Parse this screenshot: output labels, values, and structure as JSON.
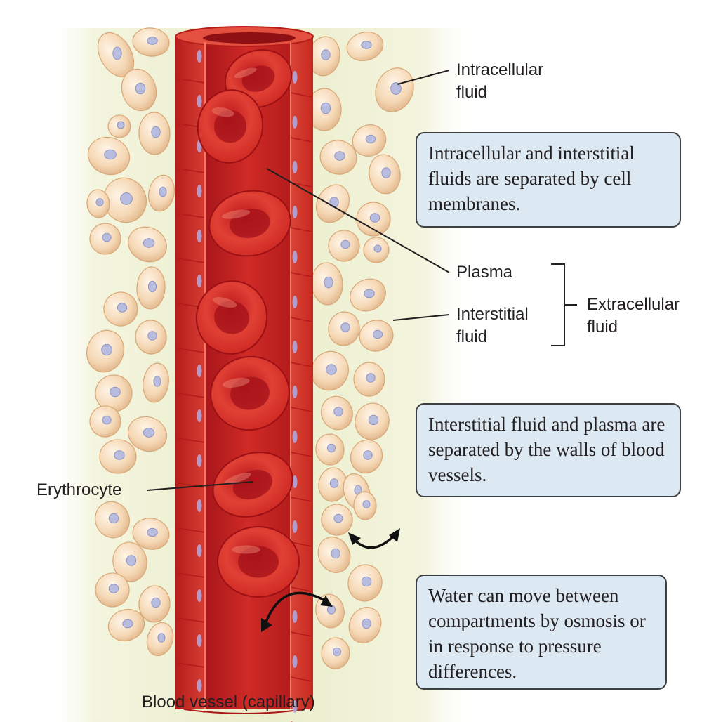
{
  "labels": {
    "intracellular_fluid": "Intracellular\nfluid",
    "plasma": "Plasma",
    "interstitial_fluid": "Interstitial\nfluid",
    "extracellular_fluid": "Extracellular\nfluid",
    "erythrocyte": "Erythrocyte",
    "blood_vessel": "Blood vessel (capillary)"
  },
  "notes": {
    "membranes": "Intracellular and interstitial fluids are separated by cell membranes.",
    "vessel_walls": "Interstitial fluid and plasma are separated by the walls of blood vessels.",
    "osmosis": "Water can move between compartments by osmosis or in response to pressure differences."
  },
  "colors": {
    "note_fill": "#dce8f2",
    "note_border": "#3d4043",
    "vessel_red": "#d8312c",
    "cell_tan": "#f2d2ad",
    "nucleus": "#b3b8dc",
    "halo": "#e8ebc8"
  },
  "icons": [
    "double-arrow-icon"
  ]
}
